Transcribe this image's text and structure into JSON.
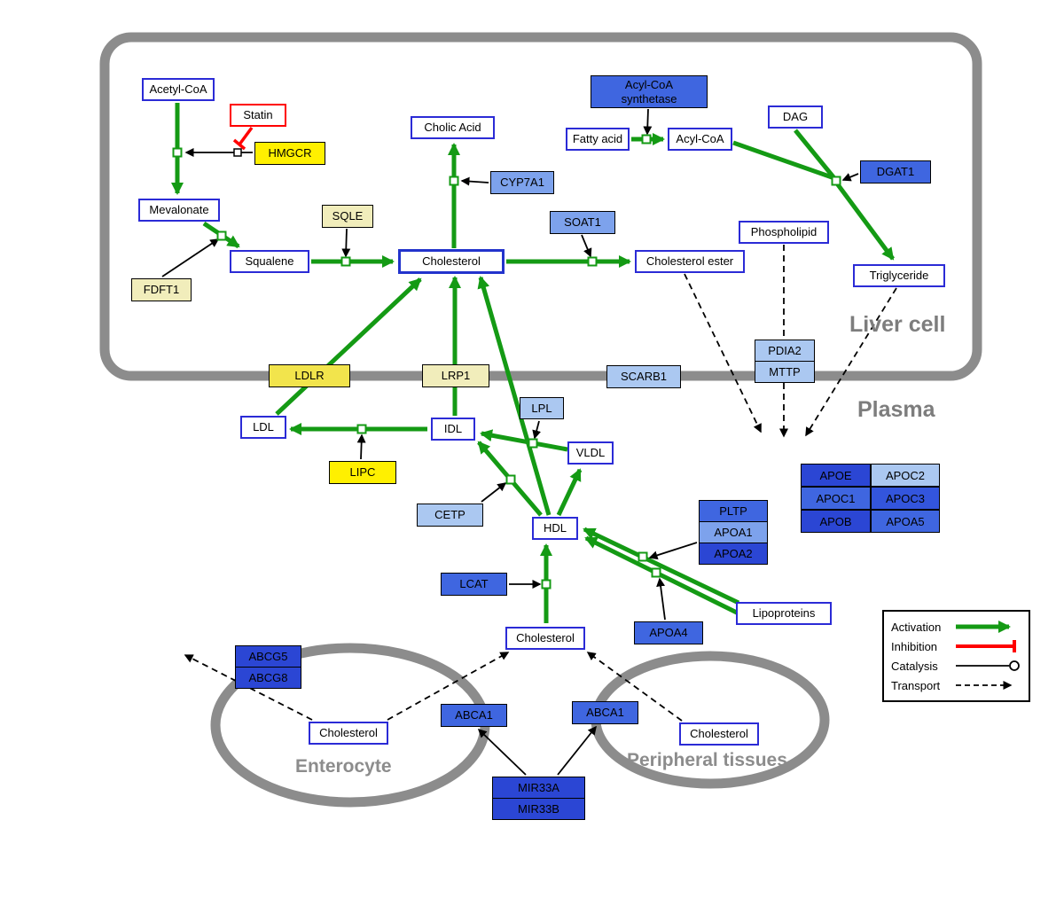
{
  "compartments": {
    "liver_cell": "Liver cell",
    "plasma": "Plasma",
    "enterocyte": "Enterocyte",
    "peripheral_tissues": "Peripheral tissues"
  },
  "nodes": {
    "acetyl_coa": "Acetyl-CoA",
    "statin": "Statin",
    "hmgcr": "HMGCR",
    "mevalonate": "Mevalonate",
    "fdft1": "FDFT1",
    "squalene": "Squalene",
    "sqle": "SQLE",
    "cholesterol_liver": "Cholesterol",
    "cholic_acid": "Cholic Acid",
    "cyp7a1": "CYP7A1",
    "soat1": "SOAT1",
    "cholesterol_ester": "Cholesterol ester",
    "acs_line1": "Acyl-CoA",
    "acs_line2": "synthetase",
    "fatty_acid": "Fatty acid",
    "acyl_coa": "Acyl-CoA",
    "dag": "DAG",
    "dgat1": "DGAT1",
    "phospholipid": "Phospholipid",
    "triglyceride": "Triglyceride",
    "pdia2": "PDIA2",
    "mttp": "MTTP",
    "ldlr": "LDLR",
    "lrp1": "LRP1",
    "scarb1": "SCARB1",
    "ldl": "LDL",
    "idl": "IDL",
    "lpl": "LPL",
    "vldl": "VLDL",
    "lipc": "LIPC",
    "cetp": "CETP",
    "hdl": "HDL",
    "pltp": "PLTP",
    "apoa1": "APOA1",
    "apoa2": "APOA2",
    "lcat": "LCAT",
    "apoa4": "APOA4",
    "lipoproteins": "Lipoproteins",
    "apoe": "APOE",
    "apoc2": "APOC2",
    "apoc1": "APOC1",
    "apoc3": "APOC3",
    "apob": "APOB",
    "apoa5": "APOA5",
    "cholesterol_plasma": "Cholesterol",
    "abcg5": "ABCG5",
    "abcg8": "ABCG8",
    "cholesterol_enterocyte": "Cholesterol",
    "abca1_enterocyte": "ABCA1",
    "abca1_peripheral": "ABCA1",
    "cholesterol_peripheral": "Cholesterol",
    "mir33a": "MIR33A",
    "mir33b": "MIR33B"
  },
  "legend": {
    "activation": "Activation",
    "inhibition": "Inhibition",
    "catalysis": "Catalysis",
    "transport": "Transport"
  },
  "colors": {
    "activation_green": "#149a14",
    "inhibition_red": "#ff0000",
    "membrane_gray": "#8c8c8c",
    "metabolite_border_blue": "#2b2bd6",
    "gene_yellow_bright": "#fff000",
    "gene_yellow_pale": "#f1edbb",
    "gene_blue_dark": "#2b46d4",
    "gene_blue_medium": "#3f66e0",
    "gene_blue_light": "#7da2ec",
    "gene_blue_xlight": "#abc8f1"
  }
}
